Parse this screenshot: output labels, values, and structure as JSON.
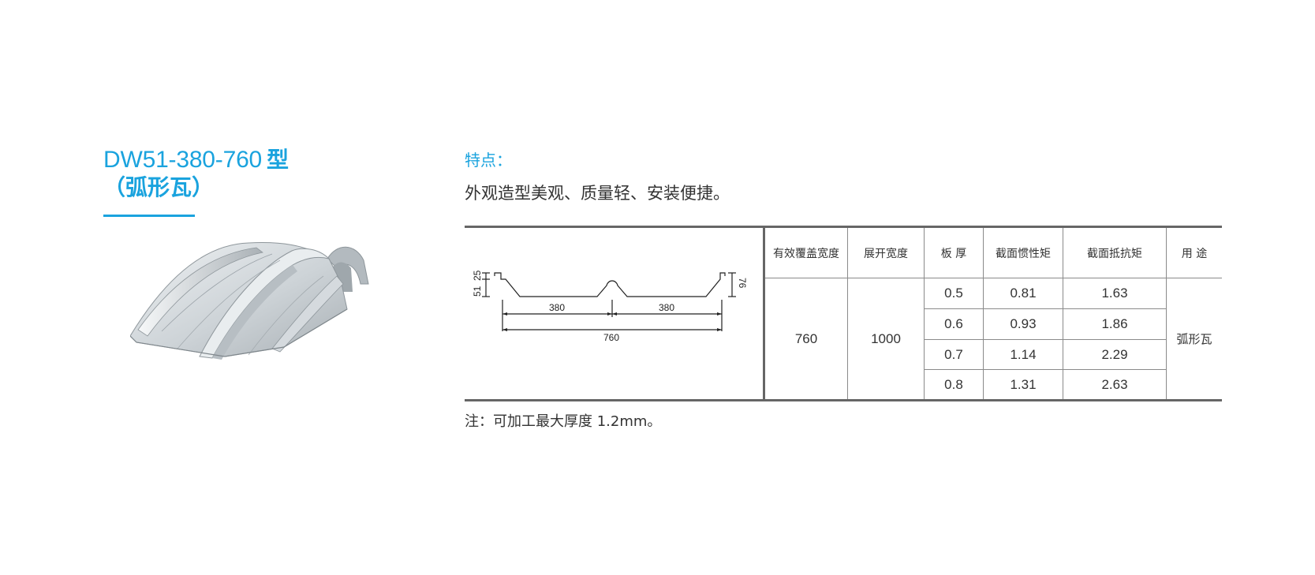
{
  "product": {
    "code": "DW51-380-760",
    "type_label": "型",
    "subtitle": "（弧形瓦）"
  },
  "features": {
    "label": "特点：",
    "text": "外观造型美观、质量轻、安装便捷。"
  },
  "profile_diagram": {
    "dim_51": "51",
    "dim_25": "25",
    "dim_76": "76",
    "dim_380_left": "380",
    "dim_380_right": "380",
    "dim_760": "760"
  },
  "table": {
    "headers": {
      "effective_width": "有效覆盖宽度",
      "unfold_width": "展开宽度",
      "thickness": "板 厚",
      "inertia": "截面惯性矩",
      "resistance": "截面抵抗矩",
      "usage": "用 途"
    },
    "effective_width": "760",
    "unfold_width": "1000",
    "usage": "弧形瓦",
    "rows": [
      {
        "thickness": "0.5",
        "inertia": "0.81",
        "resistance": "1.63"
      },
      {
        "thickness": "0.6",
        "inertia": "0.93",
        "resistance": "1.86"
      },
      {
        "thickness": "0.7",
        "inertia": "1.14",
        "resistance": "2.29"
      },
      {
        "thickness": "0.8",
        "inertia": "1.31",
        "resistance": "2.63"
      }
    ]
  },
  "note": "注：可加工最大厚度 1.2mm。",
  "colors": {
    "accent": "#1aa3de",
    "text": "#333333",
    "rule": "#666666",
    "panel_light": "#dfe3e6",
    "panel_mid": "#c3c9cd",
    "panel_dark": "#9aa2a8"
  }
}
